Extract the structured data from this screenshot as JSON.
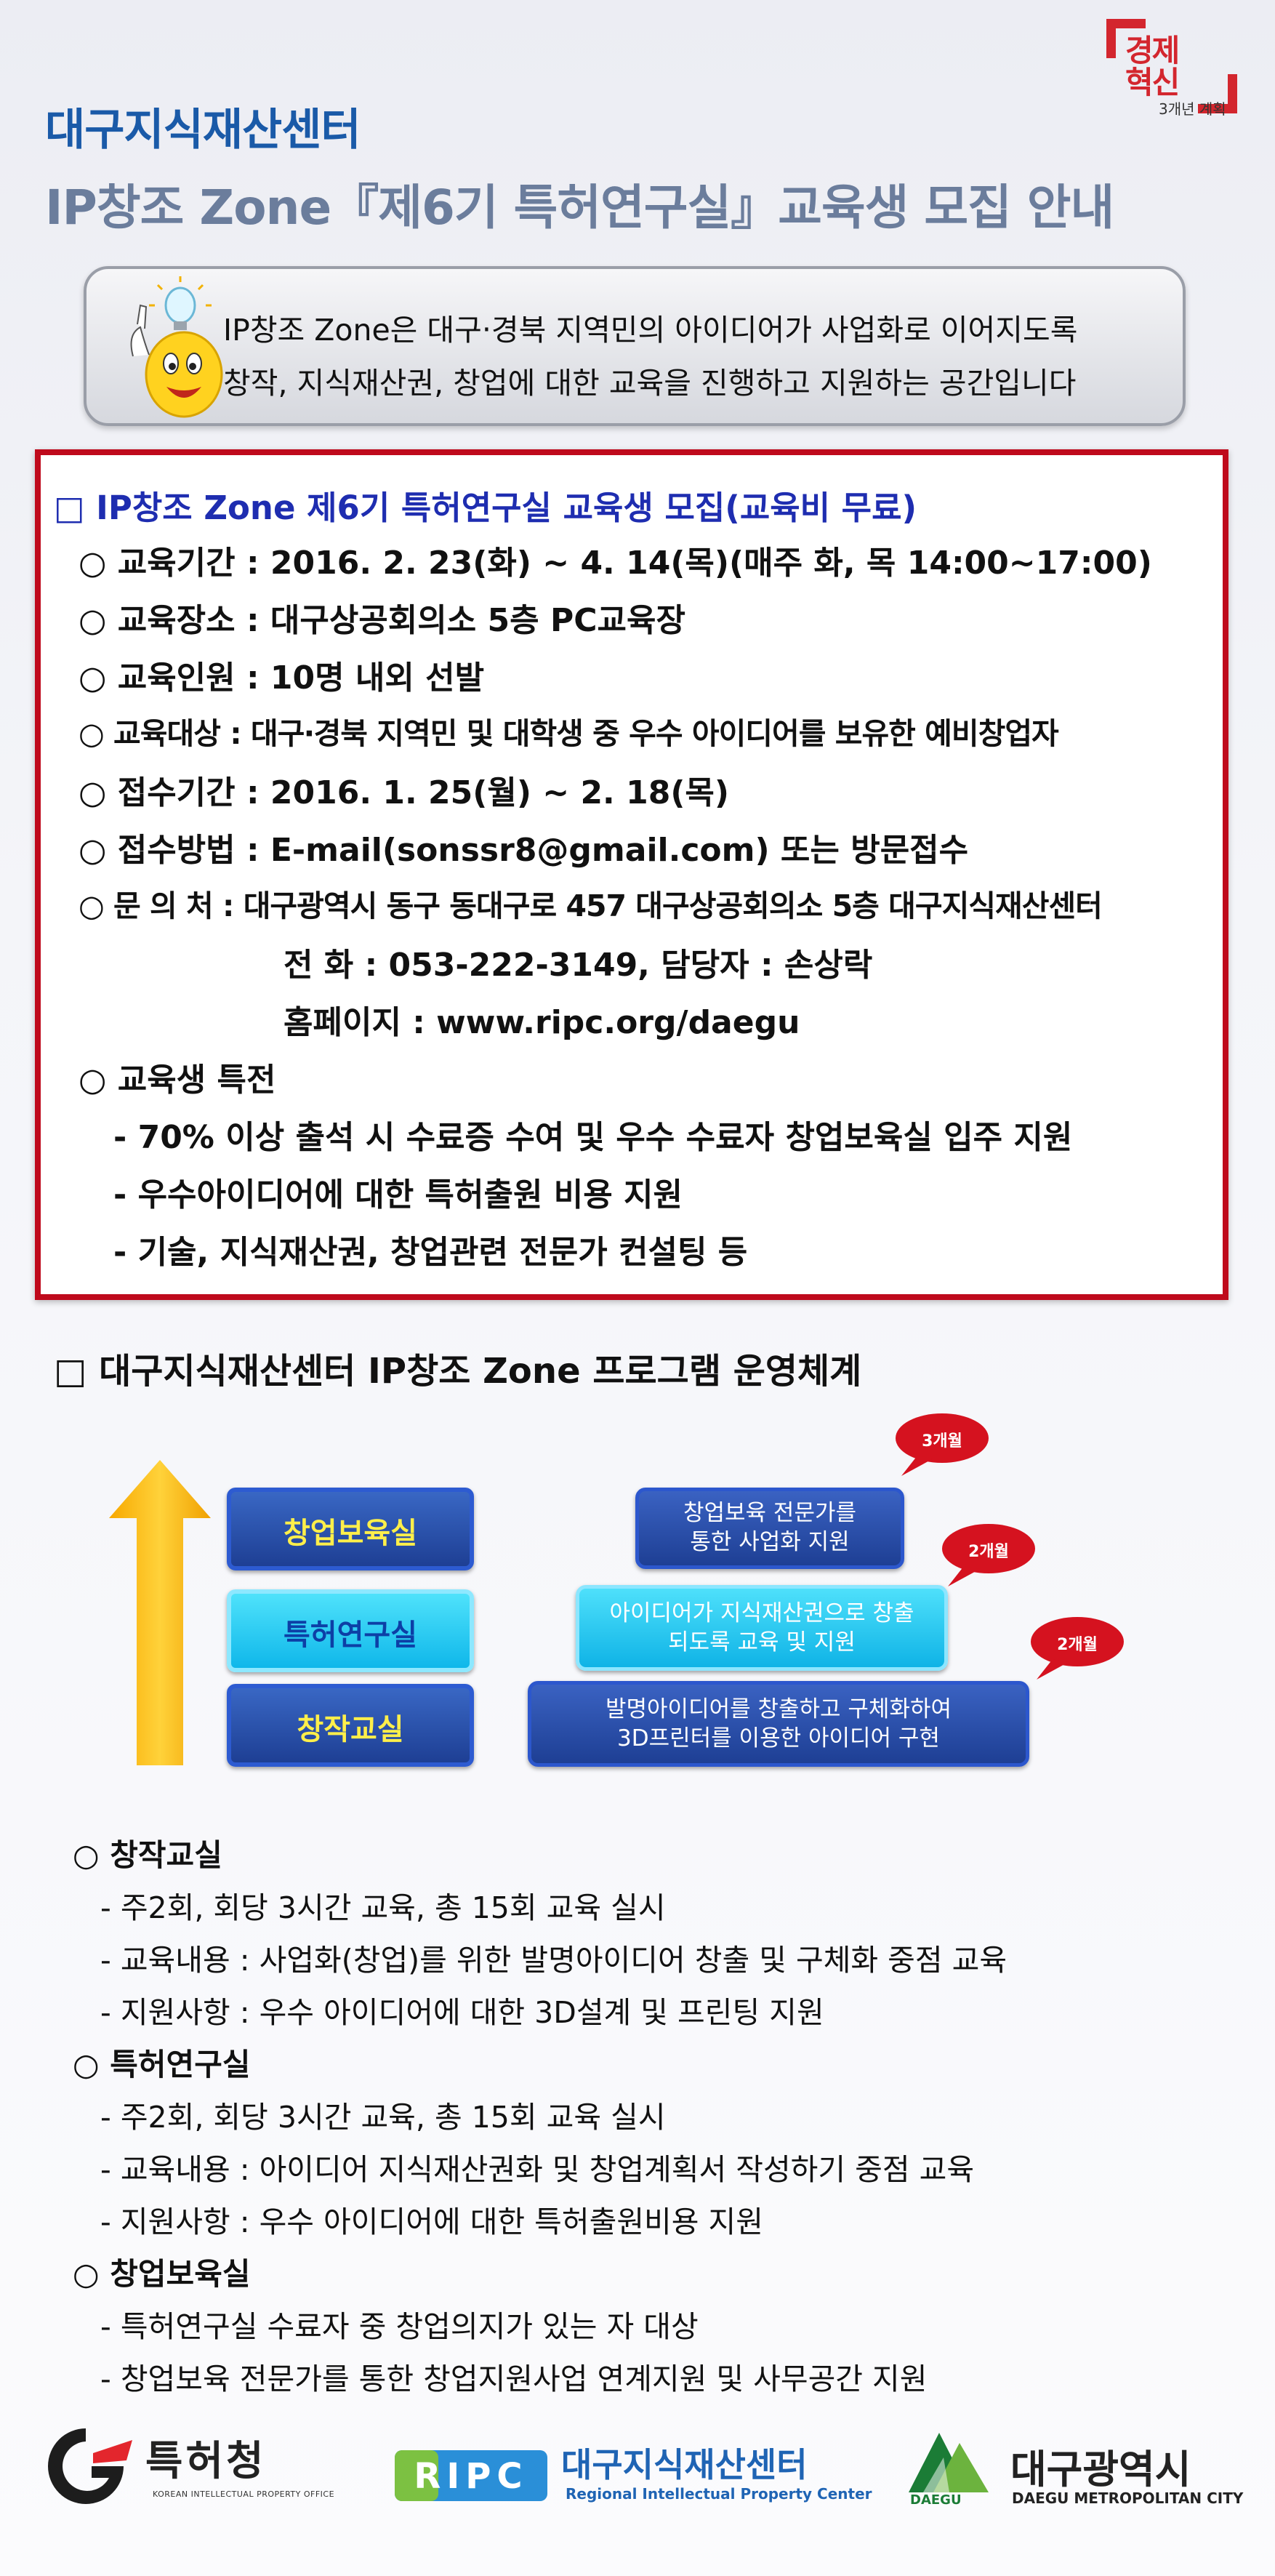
{
  "logo": {
    "line1": "경제",
    "line2": "혁신",
    "sub": "3개년 계획"
  },
  "header": {
    "org": "대구지식재산센터",
    "title": "IP창조 Zone『제6기 특허연구실』교육생 모집 안내"
  },
  "intro": {
    "line1": "IP창조 Zone은 대구‧경북 지역민의 아이디어가 사업화로 이어지도록",
    "line2": "창작, 지식재산권, 창업에 대한 교육을 진행하고 지원하는 공간입니다"
  },
  "recruit": {
    "heading": "□  IP창조 Zone 제6기 특허연구실 교육생 모집(교육비 무료)",
    "rows": [
      "○ 교육기간 : 2016. 2. 23(화) ~ 4. 14(목)(매주 화, 목 14:00~17:00)",
      "○ 교육장소 : 대구상공회의소 5층 PC교육장",
      "○ 교육인원 : 10명 내외 선발",
      "○ 교육대상 : 대구‧경북 지역민 및 대학생 중 우수 아이디어를 보유한 예비창업자",
      "○ 접수기간 : 2016. 1. 25(월) ~ 2. 18(목)",
      "○ 접수방법 : E-mail(sonssr8@gmail.com) 또는 방문접수",
      "○ 문  의  처 :  대구광역시 동구 동대구로 457 대구상공회의소 5층 대구지식재산센터"
    ],
    "contact_phone": "전  화 : 053-222-3149,   담당자 : 손상락",
    "contact_web": "홈페이지 :   www.ripc.org/daegu",
    "benefit_head": "○ 교육생 특전",
    "benefits": [
      "- 70% 이상 출석 시 수료증 수여 및 우수 수료자 창업보육실 입주 지원",
      "- 우수아이디어에 대한 특허출원 비용 지원",
      "- 기술, 지식재산권, 창업관련 전문가 컨설팅 등"
    ]
  },
  "section2": {
    "heading": "□  대구지식재산센터 IP창조 Zone 프로그램 운영체계"
  },
  "diagram": {
    "levels": [
      {
        "name": "창업보육실",
        "desc1": "창업보육 전문가를",
        "desc2": "통한 사업화 지원",
        "period": "3개월"
      },
      {
        "name": "특허연구실",
        "desc1": "아이디어가 지식재산권으로 창출",
        "desc2": "되도록 교육 및 지원",
        "period": "2개월"
      },
      {
        "name": "창작교실",
        "desc1": "발명아이디어를 창출하고 구체화하여",
        "desc2": "3D프린터를 이용한 아이디어 구현",
        "period": "2개월"
      }
    ]
  },
  "programs": [
    {
      "head": "○ 창작교실",
      "items": [
        "- 주2회, 회당 3시간 교육, 총 15회 교육 실시",
        "- 교육내용 : 사업화(창업)를 위한 발명아이디어 창출 및 구체화 중점 교육",
        "- 지원사항 : 우수 아이디어에 대한 3D설계 및 프린팅 지원"
      ]
    },
    {
      "head": "○ 특허연구실",
      "items": [
        "- 주2회, 회당 3시간 교육, 총 15회 교육 실시",
        "- 교육내용 : 아이디어 지식재산권화 및 창업계획서 작성하기 중점 교육",
        "- 지원사항 : 우수 아이디어에 대한 특허출원비용 지원"
      ]
    },
    {
      "head": "○ 창업보육실",
      "items": [
        "- 특허연구실 수료자 중 창업의지가 있는 자 대상",
        "- 창업보육 전문가를 통한 창업지원사업 연계지원 및 사무공간 지원"
      ]
    }
  ],
  "footer": {
    "kipo_name": "특허청",
    "kipo_sub": "KOREAN INTELLECTUAL PROPERTY OFFICE",
    "ripc_letters": "RIPC",
    "ripc_name": "대구지식재산센터",
    "ripc_sub": "Regional Intellectual Property Center",
    "daegu_mini": "DAEGU",
    "daegu_name": "대구광역시",
    "daegu_sub": "DAEGU METROPOLITAN CITY"
  }
}
